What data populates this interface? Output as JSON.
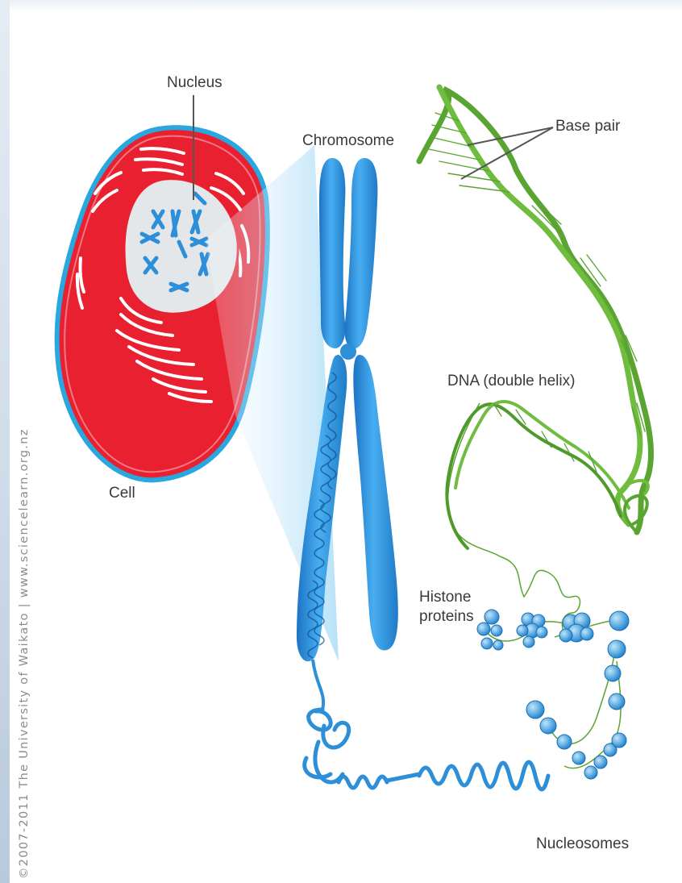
{
  "labels": {
    "nucleus": "Nucleus",
    "chromosome": "Chromosome",
    "base_pair": "Base pair",
    "cell": "Cell",
    "dna": "DNA (double helix)",
    "histone_line1": "Histone",
    "histone_line2": "proteins",
    "nucleosomes": "Nucleosomes"
  },
  "credit": "©2007-2011 The University of Waikato  |  www.sciencelearn.org.nz",
  "colors": {
    "cell_red": "#e8202f",
    "cell_border": "#29a8e0",
    "nucleus_fill": "#e4e7ea",
    "chromosome_blue": "#2c8fd8",
    "dna_green": "#5aa532",
    "nucleosome_blue": "#3aa0e0",
    "label_text": "#3a3a3a"
  }
}
